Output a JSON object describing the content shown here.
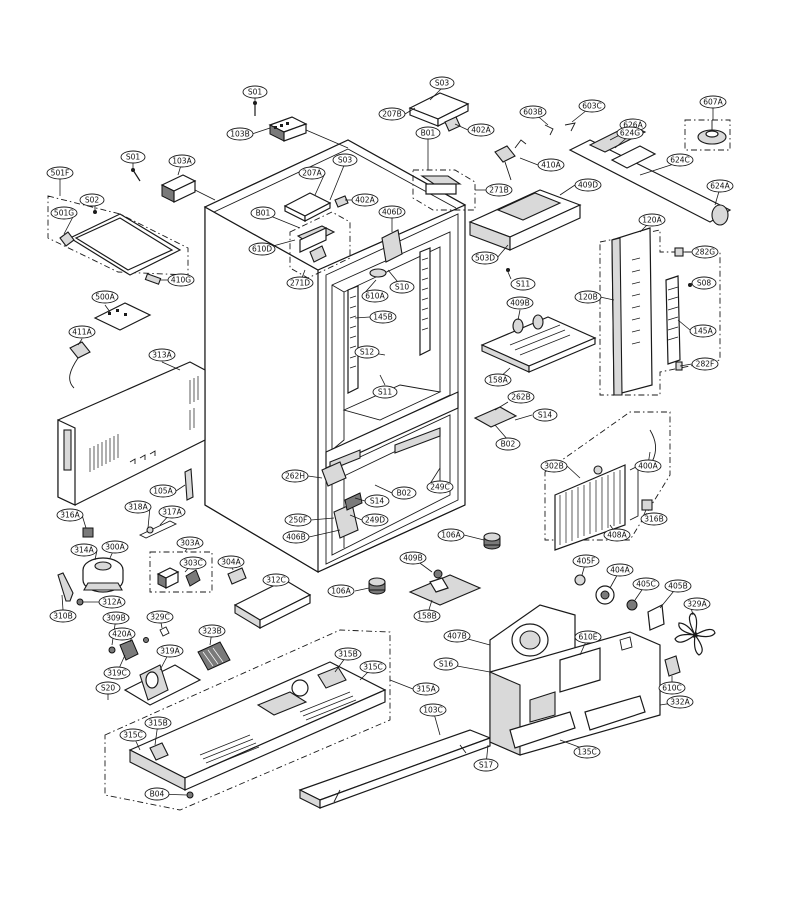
{
  "labels": {
    "S01_a": "S01",
    "103B": "103B",
    "S03_a": "S03",
    "207B": "207B",
    "402A_a": "402A",
    "B01_a": "B01",
    "603B": "603B",
    "603C": "603C",
    "607A": "607A",
    "626A": "626A",
    "624G": "624G",
    "410A": "410A",
    "624C": "624C",
    "624A": "624A",
    "271B": "271B",
    "409D": "409D",
    "S01_b": "S01",
    "103A": "103A",
    "S03_b": "S03",
    "207A": "207A",
    "402A_b": "402A",
    "406D": "406D",
    "501F": "501F",
    "S02": "S02",
    "501G": "501G",
    "B01_b": "B01",
    "610D": "610D",
    "271D": "271D",
    "503D": "503D",
    "120A": "120A",
    "282G": "282G",
    "410G": "410G",
    "S11_a": "S11",
    "610A": "610A",
    "S10": "S10",
    "S08": "S08",
    "120B": "120B",
    "500A": "500A",
    "409B": "409B",
    "145B": "145B",
    "145A": "145A",
    "411A": "411A",
    "S12": "S12",
    "313A": "313A",
    "158A": "158A",
    "282F": "282F",
    "S11_b": "S11",
    "262B": "262B",
    "S14_a": "S14",
    "B02_a": "B02",
    "400A": "400A",
    "262H": "262H",
    "302B": "302B",
    "105A": "105A",
    "B02_b": "B02",
    "249C": "249C",
    "S14_b": "S14",
    "318A": "318A",
    "317A": "317A",
    "316A": "316A",
    "250F": "250F",
    "249D": "249D",
    "316B": "316B",
    "406B": "406B",
    "408A": "408A",
    "106A_a": "106A",
    "303A": "303A",
    "314A": "314A",
    "300A": "300A",
    "303C": "303C",
    "304A": "304A",
    "409B_b": "409B",
    "405F": "405F",
    "404A": "404A",
    "312C": "312C",
    "106A_b": "106A",
    "405C": "405C",
    "405B": "405B",
    "312A": "312A",
    "310B": "310B",
    "158B": "158B",
    "329A": "329A",
    "309B": "309B",
    "329C": "329C",
    "323B": "323B",
    "420A": "420A",
    "407B": "407B",
    "610E": "610E",
    "315B_a": "315B",
    "315C_a": "315C",
    "319A": "319A",
    "319C": "319C",
    "S16": "S16",
    "610C": "610C",
    "S20": "S20",
    "315A": "315A",
    "332A": "332A",
    "315B_b": "315B",
    "103C": "103C",
    "315C_b": "315C",
    "135C": "135C",
    "S17": "S17",
    "B04": "B04"
  }
}
